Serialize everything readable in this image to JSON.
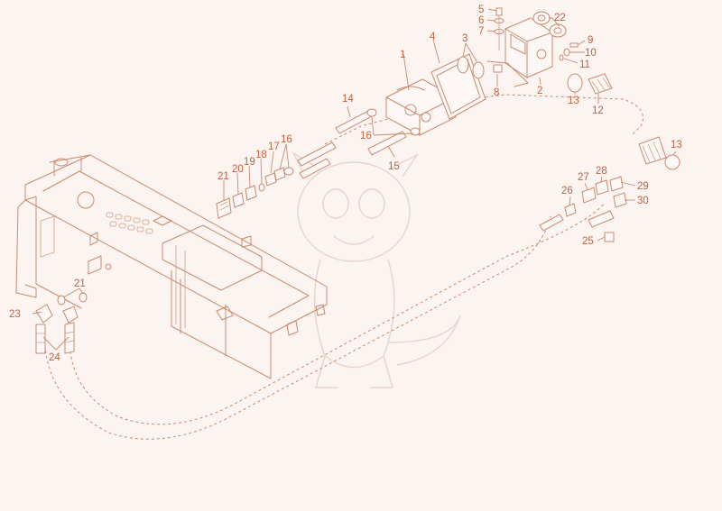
{
  "diagram": {
    "labels": [
      {
        "id": "l1",
        "text": "1"
      },
      {
        "id": "l2",
        "text": "2"
      },
      {
        "id": "l3",
        "text": "3"
      },
      {
        "id": "l4",
        "text": "4"
      },
      {
        "id": "l5",
        "text": "5"
      },
      {
        "id": "l6",
        "text": "6"
      },
      {
        "id": "l7",
        "text": "7"
      },
      {
        "id": "l8",
        "text": "8"
      },
      {
        "id": "l9",
        "text": "9"
      },
      {
        "id": "l10",
        "text": "10"
      },
      {
        "id": "l11",
        "text": "11"
      },
      {
        "id": "l12",
        "text": "12"
      },
      {
        "id": "l13a",
        "text": "13"
      },
      {
        "id": "l13b",
        "text": "13"
      },
      {
        "id": "l14",
        "text": "14"
      },
      {
        "id": "l15",
        "text": "15"
      },
      {
        "id": "l16a",
        "text": "16"
      },
      {
        "id": "l16b",
        "text": "16"
      },
      {
        "id": "l17",
        "text": "17"
      },
      {
        "id": "l18",
        "text": "18"
      },
      {
        "id": "l19",
        "text": "19"
      },
      {
        "id": "l20",
        "text": "20"
      },
      {
        "id": "l21a",
        "text": "21"
      },
      {
        "id": "l21b",
        "text": "21"
      },
      {
        "id": "l22",
        "text": "22"
      },
      {
        "id": "l23",
        "text": "23"
      },
      {
        "id": "l24",
        "text": "24"
      },
      {
        "id": "l25",
        "text": "25"
      },
      {
        "id": "l26",
        "text": "26"
      },
      {
        "id": "l27",
        "text": "27"
      },
      {
        "id": "l28",
        "text": "28"
      },
      {
        "id": "l29",
        "text": "29"
      },
      {
        "id": "l30",
        "text": "30"
      }
    ]
  },
  "colors": {
    "background": "#fbf4f1",
    "line": "#c98a6e",
    "label": "#c0623e",
    "watermark": "#e7d3cb"
  }
}
